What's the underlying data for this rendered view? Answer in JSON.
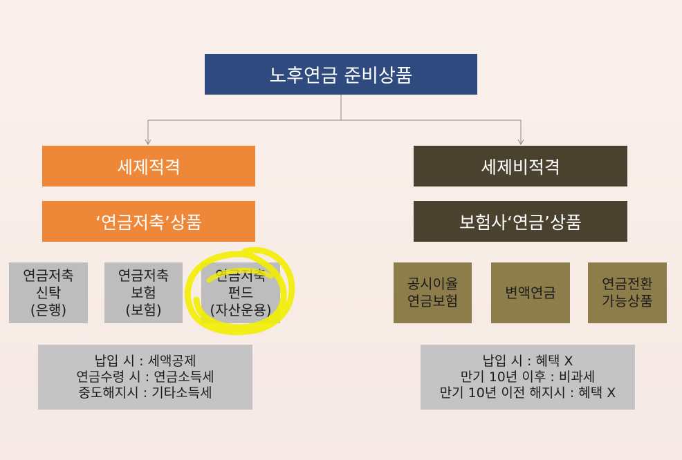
{
  "title": "노후연금 준비상품",
  "left": {
    "header": "세제적격",
    "subheader": "‘연금저축’상품",
    "products": [
      "연금저축\n신탁\n(은행)",
      "연금저축\n보험\n(보험)",
      "연금저축\n펀드\n(자산운용)"
    ],
    "note": "납입 시 : 세액공제\n연금수령 시 : 연금소득세\n중도해지시 : 기타소득세"
  },
  "right": {
    "header": "세제비적격",
    "subheader": "보험사‘연금’상품",
    "products": [
      "공시이율\n연금보험",
      "변액연금",
      "연금전환\n가능상품"
    ],
    "note": "납입 시 : 혜택 X\n만기 10년 이후 : 비과세\n만기 10년 이전 해지시 : 혜택 X"
  },
  "colors": {
    "title_bg": "#2f4a7f",
    "left_bg": "#ee8838",
    "right_bg": "#4a422f",
    "left_product_bg": "#bdbdbd",
    "right_product_bg": "#8c7d4a",
    "note_bg": "#c4c4c4",
    "highlight": "#f2ee00"
  },
  "annotation": {
    "type": "yellow-marker-circle",
    "target": "연금저축 펀드"
  }
}
